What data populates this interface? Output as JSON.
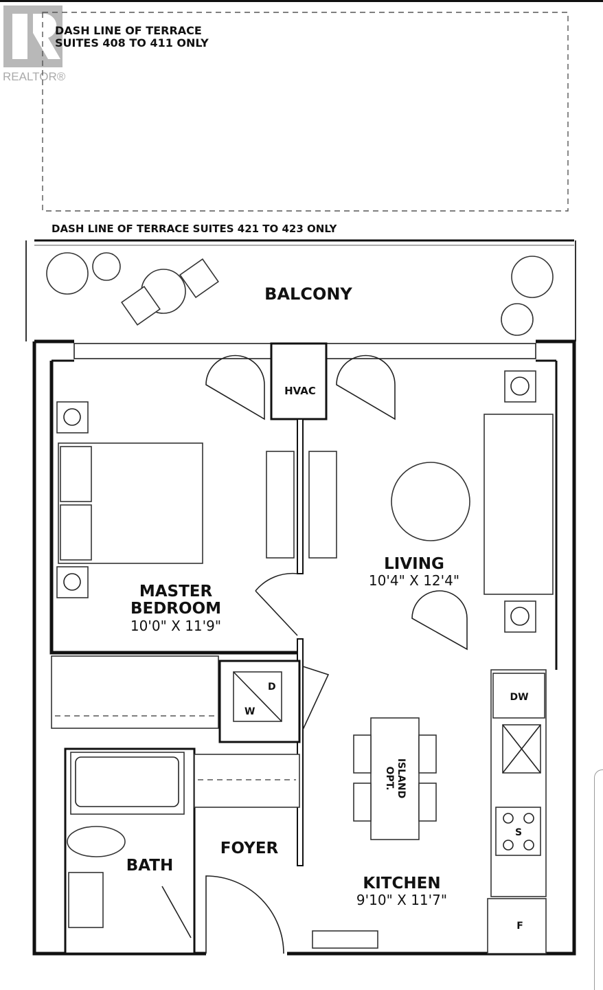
{
  "logo": {
    "text": "REALTOR®",
    "icon": "realtor-r-logo"
  },
  "notes": {
    "terrace_upper": [
      "DASH LINE OF TERRACE",
      "SUITES 408 TO 411 ONLY"
    ],
    "terrace_lower": "DASH LINE OF TERRACE SUITES 421 TO 423 ONLY"
  },
  "rooms": {
    "balcony": {
      "name": "BALCONY"
    },
    "hvac": {
      "name": "HVAC"
    },
    "master_bedroom": {
      "name_line1": "MASTER",
      "name_line2": "BEDROOM",
      "size": "10'0\" X 11'9\""
    },
    "living": {
      "name": "LIVING",
      "size": "10'4\" X 12'4\""
    },
    "kitchen": {
      "name": "KITCHEN",
      "size": "9'10\" X 11'7\""
    },
    "foyer": {
      "name": "FOYER"
    },
    "bath": {
      "name": "BATH"
    },
    "island": {
      "line1": "OPT.",
      "line2": "ISLAND"
    }
  },
  "appliances": {
    "washer": "W",
    "dryer": "D",
    "dishwasher": "DW",
    "stove": "S",
    "fridge": "F"
  }
}
